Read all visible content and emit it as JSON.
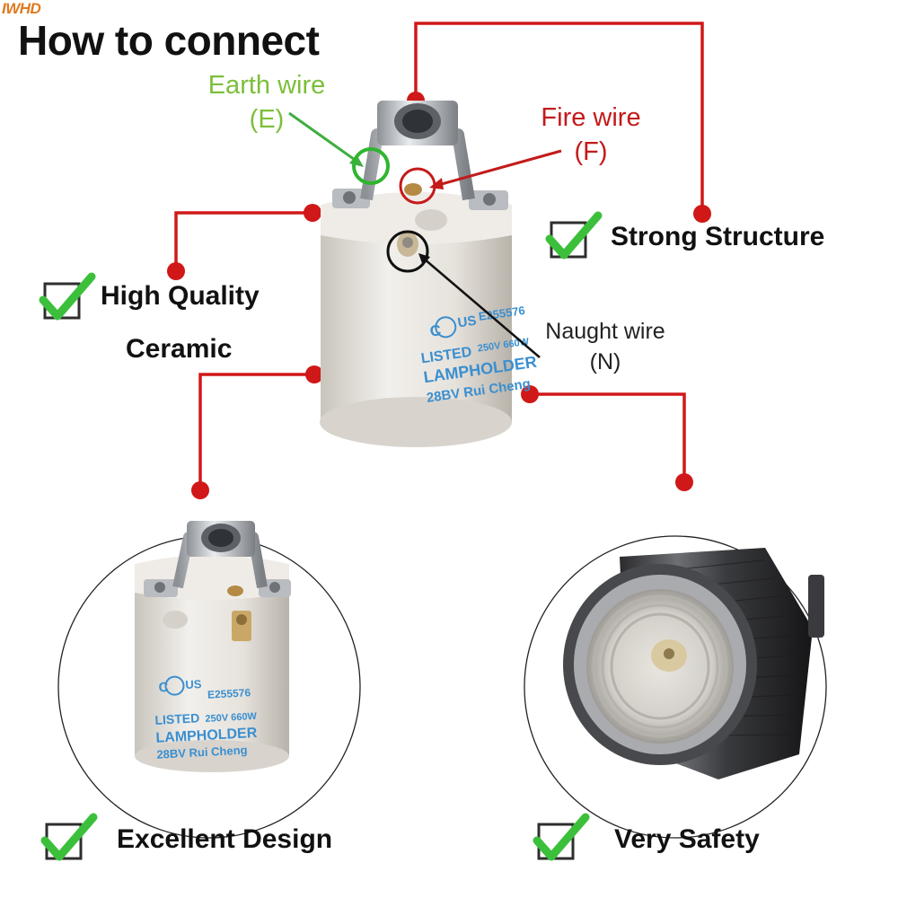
{
  "brand": "IWHD",
  "title": "How to connect",
  "wires": {
    "earth": {
      "label": "Earth wire",
      "code": "(E)",
      "color": "#7cbf3a"
    },
    "fire": {
      "label": "Fire wire",
      "code": "(F)",
      "color": "#c41a1a"
    },
    "naught": {
      "label": "Naught wire",
      "code": "(N)",
      "color": "#111111"
    }
  },
  "features": {
    "strong_structure": "Strong Structure",
    "high_quality": "High Quality",
    "ceramic": "Ceramic",
    "excellent_design": "Excellent Design",
    "very_safety": "Very Safety"
  },
  "product_labels": {
    "top": {
      "cert": "US",
      "model": "E255576",
      "line1": "LISTED",
      "rating": "250V 660W",
      "line2": "LAMPHOLDER",
      "maker": "28BV Rui Cheng"
    },
    "bottom": {
      "cert": "US",
      "model": "E255576",
      "line1": "LISTED",
      "rating": "250V 660W",
      "line2": "LAMPHOLDER",
      "maker": "28BV Rui Cheng"
    }
  },
  "colors": {
    "connector": "#d01818",
    "check_green": "#3cc03c",
    "label_blue": "#3a8fd0"
  }
}
